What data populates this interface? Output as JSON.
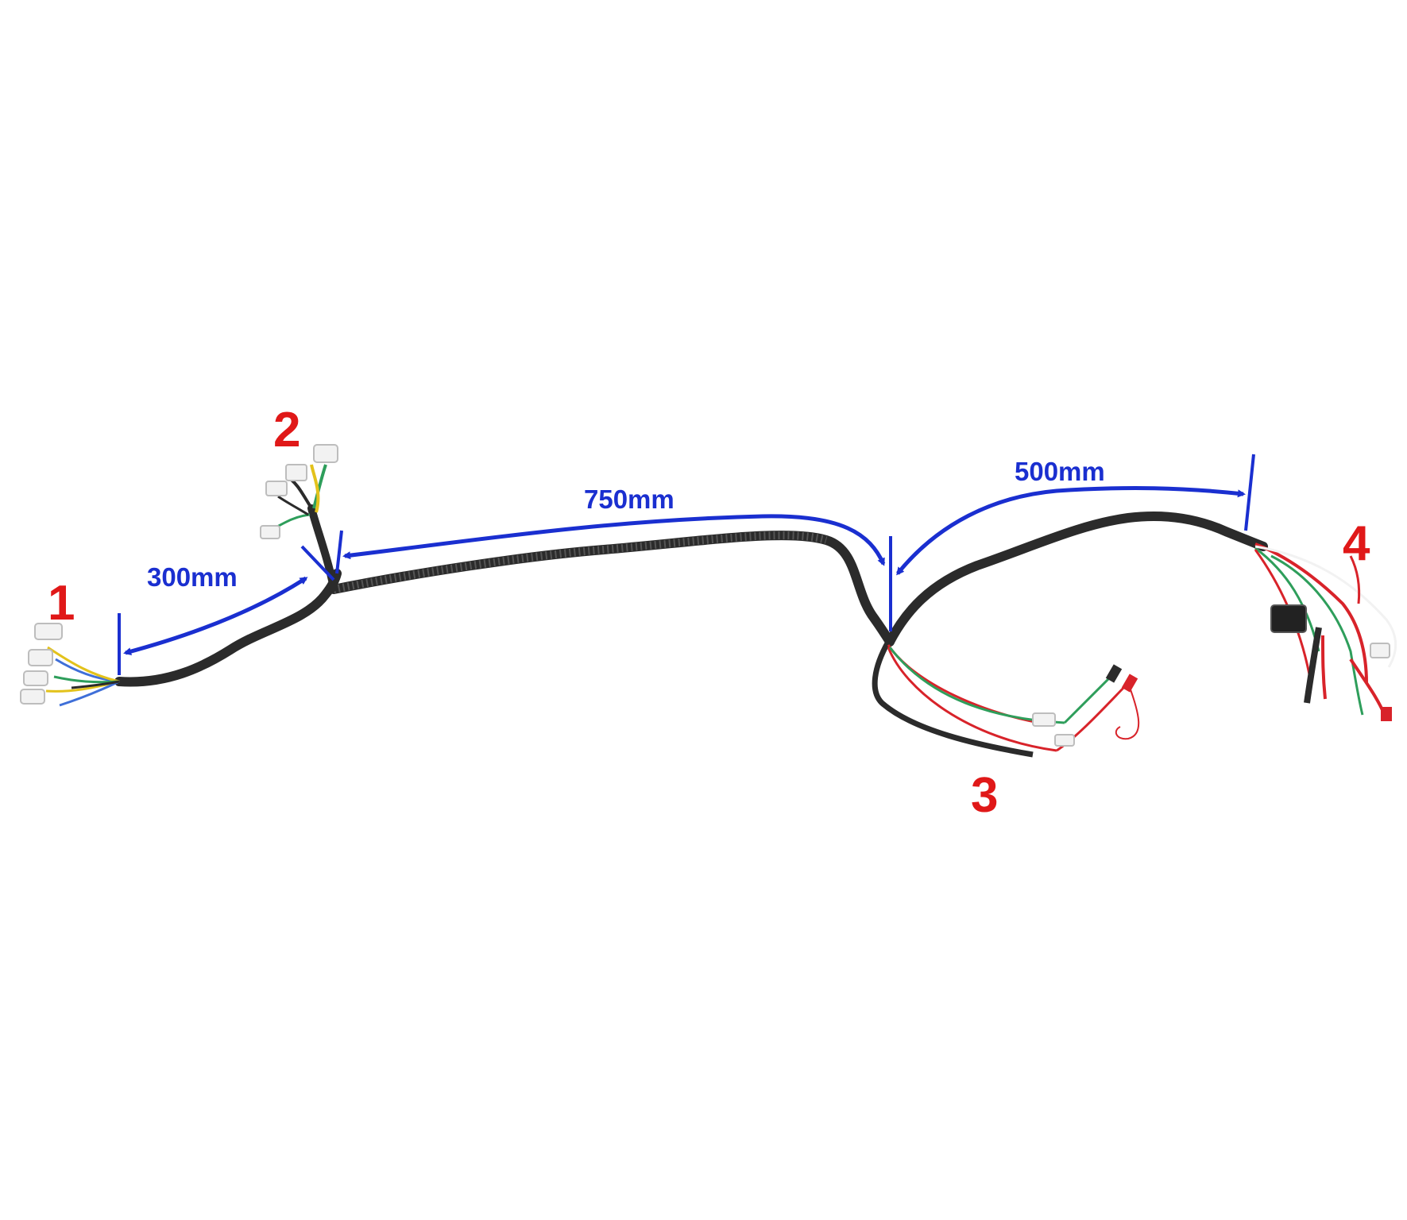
{
  "colors": {
    "background": "#ffffff",
    "harness": "#2b2b2b",
    "dimension": "#1a2fd0",
    "marker": "#e01818",
    "wire_red": "#d8232a",
    "wire_green": "#2e9e5b",
    "wire_yellow": "#e3c21b",
    "wire_blue": "#3f6fd8",
    "connector": "#f2f2f2"
  },
  "markers": [
    {
      "id": "1",
      "label": "1"
    },
    {
      "id": "2",
      "label": "2"
    },
    {
      "id": "3",
      "label": "3"
    },
    {
      "id": "4",
      "label": "4"
    }
  ],
  "dimensions": [
    {
      "id": "seg-1-2",
      "label": "300mm",
      "length_mm": 300,
      "from": "1",
      "to": "2"
    },
    {
      "id": "seg-2-3",
      "label": "750mm",
      "length_mm": 750,
      "from": "2",
      "to": "3"
    },
    {
      "id": "seg-3-4",
      "label": "500mm",
      "length_mm": 500,
      "from": "3",
      "to": "4"
    }
  ]
}
